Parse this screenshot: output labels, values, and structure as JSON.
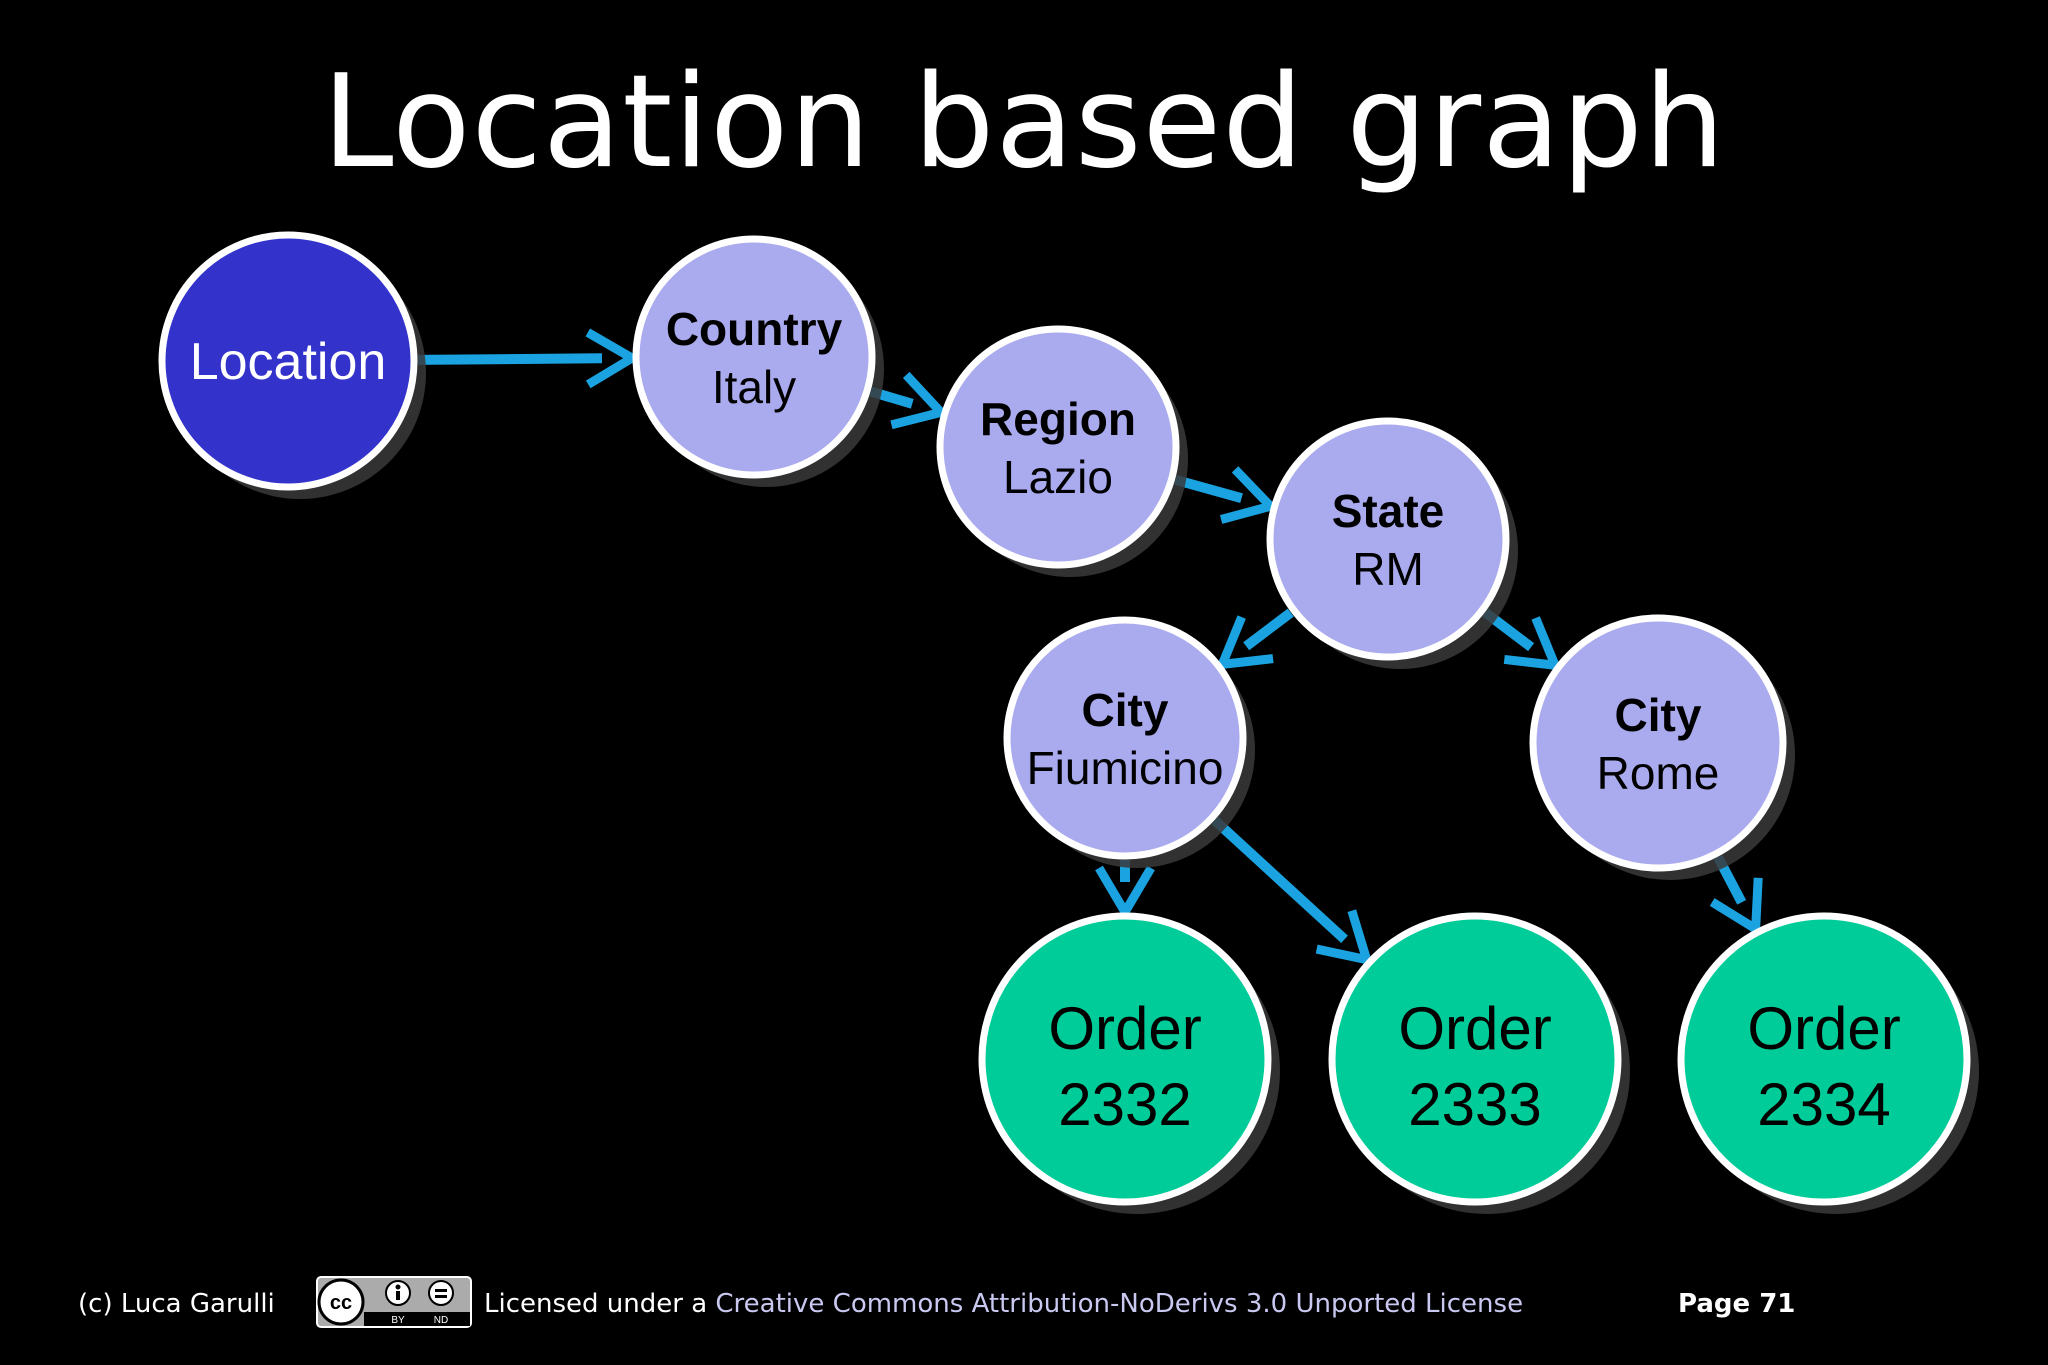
{
  "title": "Location based graph",
  "colors": {
    "background": "#000000",
    "root_node": "#3333cc",
    "inner_node": "#aaaaee",
    "leaf_node": "#00cc99",
    "edge": "#1aa3e0",
    "node_border": "#ffffff"
  },
  "nodes": [
    {
      "id": "location",
      "kind": "root",
      "title": "",
      "label": "Location"
    },
    {
      "id": "country",
      "kind": "inner",
      "title": "Country",
      "label": "Italy"
    },
    {
      "id": "region",
      "kind": "inner",
      "title": "Region",
      "label": "Lazio"
    },
    {
      "id": "state",
      "kind": "inner",
      "title": "State",
      "label": "RM"
    },
    {
      "id": "city-fiumicino",
      "kind": "inner",
      "title": "City",
      "label": "Fiumicino"
    },
    {
      "id": "city-rome",
      "kind": "inner",
      "title": "City",
      "label": "Rome"
    },
    {
      "id": "order-2332",
      "kind": "leaf",
      "title": "Order",
      "label": "2332"
    },
    {
      "id": "order-2333",
      "kind": "leaf",
      "title": "Order",
      "label": "2333"
    },
    {
      "id": "order-2334",
      "kind": "leaf",
      "title": "Order",
      "label": "2334"
    }
  ],
  "edges": [
    {
      "from": "location",
      "to": "country"
    },
    {
      "from": "country",
      "to": "region"
    },
    {
      "from": "region",
      "to": "state"
    },
    {
      "from": "state",
      "to": "city-fiumicino"
    },
    {
      "from": "state",
      "to": "city-rome"
    },
    {
      "from": "city-fiumicino",
      "to": "order-2332"
    },
    {
      "from": "city-fiumicino",
      "to": "order-2333"
    },
    {
      "from": "city-rome",
      "to": "order-2334"
    }
  ],
  "footer": {
    "author": "(c) Luca Garulli",
    "cc_badge": {
      "cc": "cc",
      "by": "BY",
      "nd": "ND"
    },
    "license_prefix": "Licensed under a ",
    "license_link": "Creative Commons Attribution-NoDerivs 3.0 Unported License",
    "page": "Page 71"
  }
}
